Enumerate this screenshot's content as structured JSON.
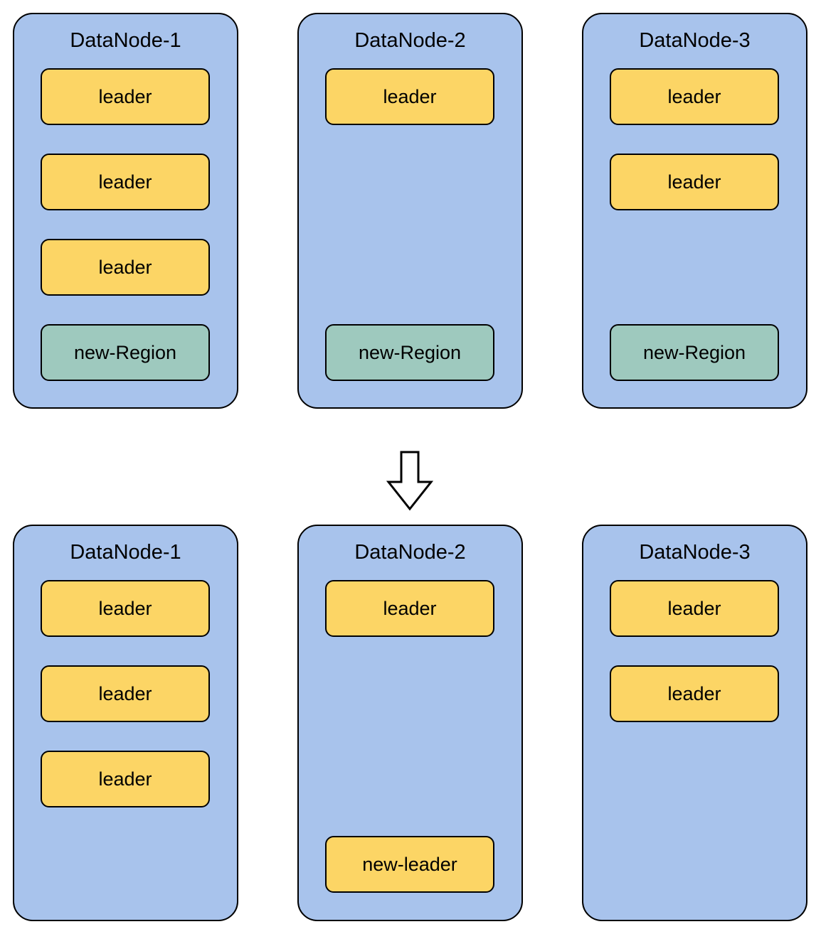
{
  "diagram": {
    "title_hidden": "",
    "colors": {
      "panel_fill": "#A8C3EC",
      "leader_fill": "#FCD565",
      "new_region_fill": "#9EC9BE",
      "stroke": "#000000",
      "background": "#FFFFFF"
    },
    "arrow": {
      "name": "down-arrow-icon",
      "direction": "down",
      "fill": "#FFFFFF",
      "stroke": "#000000"
    },
    "rows": [
      {
        "id": "before",
        "panels": [
          {
            "title": "DataNode-1",
            "boxes": [
              {
                "label": "leader",
                "kind": "leader",
                "slot": "slot-0"
              },
              {
                "label": "leader",
                "kind": "leader",
                "slot": "slot-1"
              },
              {
                "label": "leader",
                "kind": "leader",
                "slot": "slot-2"
              },
              {
                "label": "new-Region",
                "kind": "new-region",
                "slot": "slot-bottom"
              }
            ]
          },
          {
            "title": "DataNode-2",
            "boxes": [
              {
                "label": "leader",
                "kind": "leader",
                "slot": "slot-0"
              },
              {
                "label": "new-Region",
                "kind": "new-region",
                "slot": "slot-bottom"
              }
            ]
          },
          {
            "title": "DataNode-3",
            "boxes": [
              {
                "label": "leader",
                "kind": "leader",
                "slot": "slot-0"
              },
              {
                "label": "leader",
                "kind": "leader",
                "slot": "slot-1"
              },
              {
                "label": "new-Region",
                "kind": "new-region",
                "slot": "slot-bottom"
              }
            ]
          }
        ]
      },
      {
        "id": "after",
        "panels": [
          {
            "title": "DataNode-1",
            "boxes": [
              {
                "label": "leader",
                "kind": "leader",
                "slot": "slot-0"
              },
              {
                "label": "leader",
                "kind": "leader",
                "slot": "slot-1"
              },
              {
                "label": "leader",
                "kind": "leader",
                "slot": "slot-2"
              }
            ]
          },
          {
            "title": "DataNode-2",
            "boxes": [
              {
                "label": "leader",
                "kind": "leader",
                "slot": "slot-0"
              },
              {
                "label": "new-leader",
                "kind": "new-leader",
                "slot": "slot-bottom"
              }
            ]
          },
          {
            "title": "DataNode-3",
            "boxes": [
              {
                "label": "leader",
                "kind": "leader",
                "slot": "slot-0"
              },
              {
                "label": "leader",
                "kind": "leader",
                "slot": "slot-1"
              }
            ]
          }
        ]
      }
    ]
  }
}
